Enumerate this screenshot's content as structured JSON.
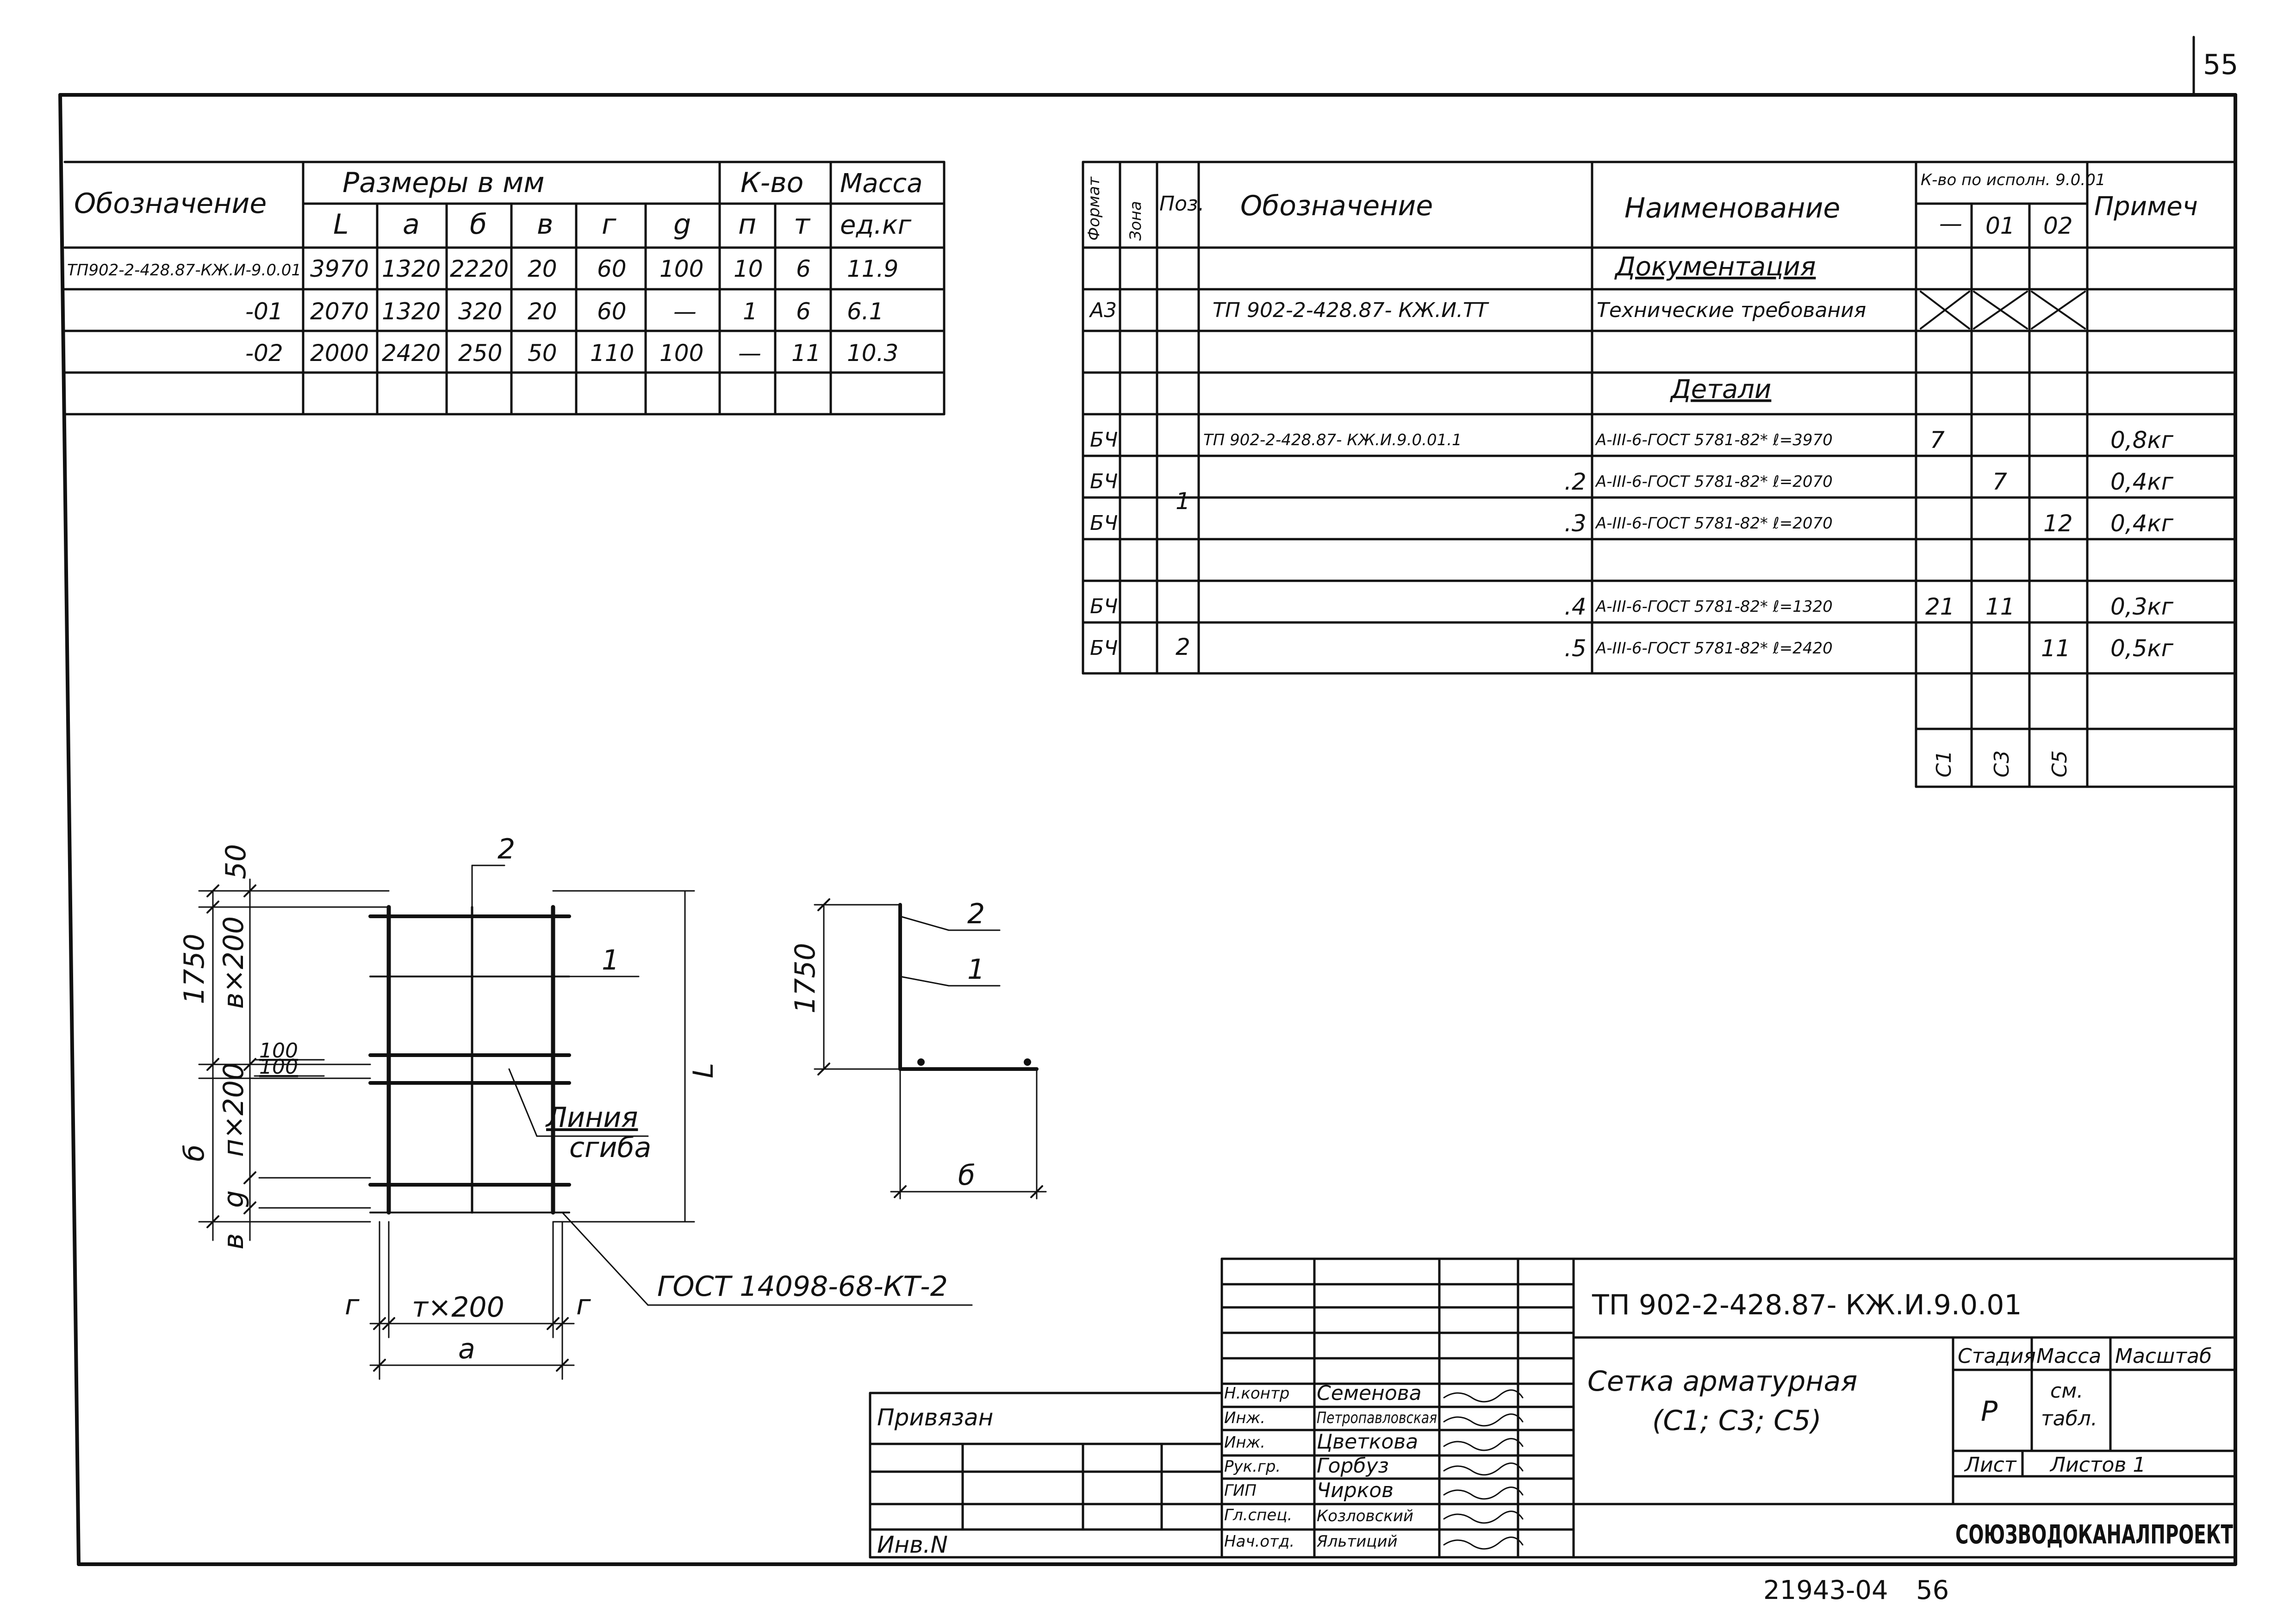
{
  "page_number": "55",
  "left_table": {
    "header": {
      "designation": "Обозначение",
      "dimensions": "Размеры в мм",
      "count": "К-во",
      "mass": "Масса",
      "mass_unit": "ед.кг",
      "cols": [
        "L",
        "а",
        "б",
        "в",
        "г",
        "g",
        "п",
        "т"
      ]
    },
    "rows": [
      {
        "designation": "ТП902-2-428.87-КЖ.И-9.0.01",
        "L": "3970",
        "a": "1320",
        "b": "2220",
        "v": "20",
        "g": "60",
        "gg": "100",
        "n": "10",
        "m": "6",
        "mass": "11.9"
      },
      {
        "designation": "-01",
        "L": "2070",
        "a": "1320",
        "b": "320",
        "v": "20",
        "g": "60",
        "gg": "—",
        "n": "1",
        "m": "6",
        "mass": "6.1"
      },
      {
        "designation": "-02",
        "L": "2000",
        "a": "2420",
        "b": "250",
        "v": "50",
        "g": "110",
        "gg": "100",
        "n": "—",
        "m": "11",
        "mass": "10.3"
      }
    ]
  },
  "spec_table": {
    "header": {
      "format": "Формат",
      "zone": "Зона",
      "pos": "Поз.",
      "designation": "Обозначение",
      "name": "Наименование",
      "qty": "К-во по исполн. 9.0.01",
      "qty_cols": [
        "—",
        "01",
        "02"
      ],
      "note": "Примеч"
    },
    "section_docs": "Документация",
    "section_details": "Детали",
    "rows": [
      {
        "format": "А3",
        "zone": "",
        "pos": "",
        "designation": "ТП 902-2-428.87- КЖ.И.ТТ",
        "name": "Технические требования",
        "q0": "",
        "q1": "",
        "q2": "",
        "note": ""
      },
      {
        "format": "БЧ",
        "zone": "",
        "pos": "",
        "designation": "ТП 902-2-428.87- КЖ.И.9.0.01.1",
        "name": "А-III-6-ГОСТ 5781-82* ℓ=3970",
        "q0": "7",
        "q1": "",
        "q2": "",
        "note": "0,8кг"
      },
      {
        "format": "БЧ",
        "zone": "",
        "pos": "1",
        "designation": ".2",
        "name": "А-III-6-ГОСТ 5781-82* ℓ=2070",
        "q0": "",
        "q1": "7",
        "q2": "",
        "note": "0,4кг"
      },
      {
        "format": "БЧ",
        "zone": "",
        "pos": "",
        "designation": ".3",
        "name": "А-III-6-ГОСТ 5781-82* ℓ=2070",
        "q0": "",
        "q1": "",
        "q2": "12",
        "note": "0,4кг"
      },
      {
        "format": "БЧ",
        "zone": "",
        "pos": "",
        "designation": ".4",
        "name": "А-III-6-ГОСТ 5781-82* ℓ=1320",
        "q0": "21",
        "q1": "11",
        "q2": "",
        "note": "0,3кг"
      },
      {
        "format": "БЧ",
        "zone": "",
        "pos": "2",
        "designation": ".5",
        "name": "А-III-6-ГОСТ 5781-82* ℓ=2420",
        "q0": "",
        "q1": "",
        "q2": "11",
        "note": "0,5кг"
      }
    ],
    "footer_cols": [
      "С1",
      "С3",
      "С5"
    ]
  },
  "drawing": {
    "dim_50": "50",
    "dim_1750": "1750",
    "dim_v200": "в×200",
    "dim_n200": "п×200",
    "dim_b": "б",
    "dim_g": "g",
    "dim_v": "в",
    "dim_L": "L",
    "dim_100a": "100",
    "dim_100b": "100",
    "dim_r1": "г",
    "dim_r2": "г",
    "dim_m200": "т×200",
    "dim_a": "а",
    "pos_1": "1",
    "pos_2": "2",
    "bend_line_1": "Линия",
    "bend_line_2": "сгиба",
    "gost_note": "ГОСТ 14098-68-КТ-2",
    "side_1750": "1750",
    "side_b": "б",
    "side_pos_1": "1",
    "side_pos_2": "2"
  },
  "stamp": {
    "code": "ТП 902-2-428.87- КЖ.И.9.0.01",
    "title_1": "Сетка арматурная",
    "title_2": "(С1; С3; С5)",
    "stage_label": "Стадия",
    "mass_label": "Масса",
    "scale_label": "Масштаб",
    "stage": "Р",
    "mass_value_1": "см.",
    "mass_value_2": "табл.",
    "sheet_label": "Лист",
    "sheets_label": "Листов 1",
    "org": "СОЮЗВОДОКАНАЛПРОЕКТ",
    "bound_label": "Привязан",
    "inv_label": "Инв.N",
    "roles": [
      {
        "role": "Н.контр",
        "name": "Семенова"
      },
      {
        "role": "Инж.",
        "name": "Петропавловская"
      },
      {
        "role": "Инж.",
        "name": "Цветкова"
      },
      {
        "role": "Рук.гр.",
        "name": "Горбуз"
      },
      {
        "role": "ГИП",
        "name": "Чирков"
      },
      {
        "role": "Гл.спец.",
        "name": "Козловский"
      },
      {
        "role": "Нач.отд.",
        "name": "Яльтиций"
      }
    ]
  },
  "bottom_number": "21943-04",
  "bottom_page": "56"
}
